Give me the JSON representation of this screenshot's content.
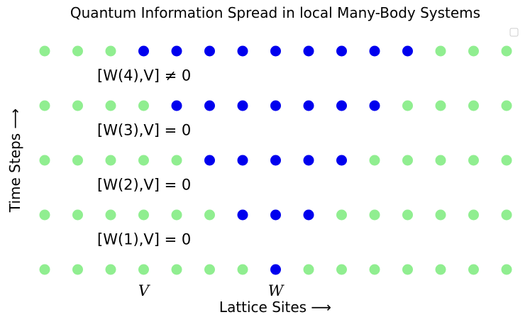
{
  "chart_data": {
    "type": "scatter",
    "title": "Quantum Information Spread in local Many-Body Systems",
    "xlabel": "Lattice Sites ⟶",
    "ylabel": "Time Steps ⟶",
    "x": [
      0,
      1,
      2,
      3,
      4,
      5,
      6,
      7,
      8,
      9,
      10,
      11,
      12,
      13,
      14
    ],
    "time_steps": [
      0,
      1,
      2,
      3,
      4
    ],
    "rows": [
      {
        "t": 0,
        "active": [
          7
        ]
      },
      {
        "t": 1,
        "active": [
          6,
          7,
          8
        ]
      },
      {
        "t": 2,
        "active": [
          5,
          6,
          7,
          8,
          9
        ]
      },
      {
        "t": 3,
        "active": [
          4,
          5,
          6,
          7,
          8,
          9,
          10
        ]
      },
      {
        "t": 4,
        "active": [
          3,
          4,
          5,
          6,
          7,
          8,
          9,
          10,
          11
        ]
      }
    ],
    "annotations": [
      {
        "text": "[W(1),V] = 0",
        "between_rows": [
          0,
          1
        ]
      },
      {
        "text": "[W(2),V] = 0",
        "between_rows": [
          1,
          2
        ]
      },
      {
        "text": "[W(3),V] = 0",
        "between_rows": [
          2,
          3
        ]
      },
      {
        "text": "[W(4),V] ≠ 0",
        "between_rows": [
          3,
          4
        ]
      }
    ],
    "site_labels": [
      {
        "site": 3,
        "text": "V"
      },
      {
        "site": 7,
        "text": "W"
      }
    ],
    "colors": {
      "inactive": "#90EE90",
      "active": "#0000EE"
    },
    "grid": false,
    "legend": "top-right"
  }
}
